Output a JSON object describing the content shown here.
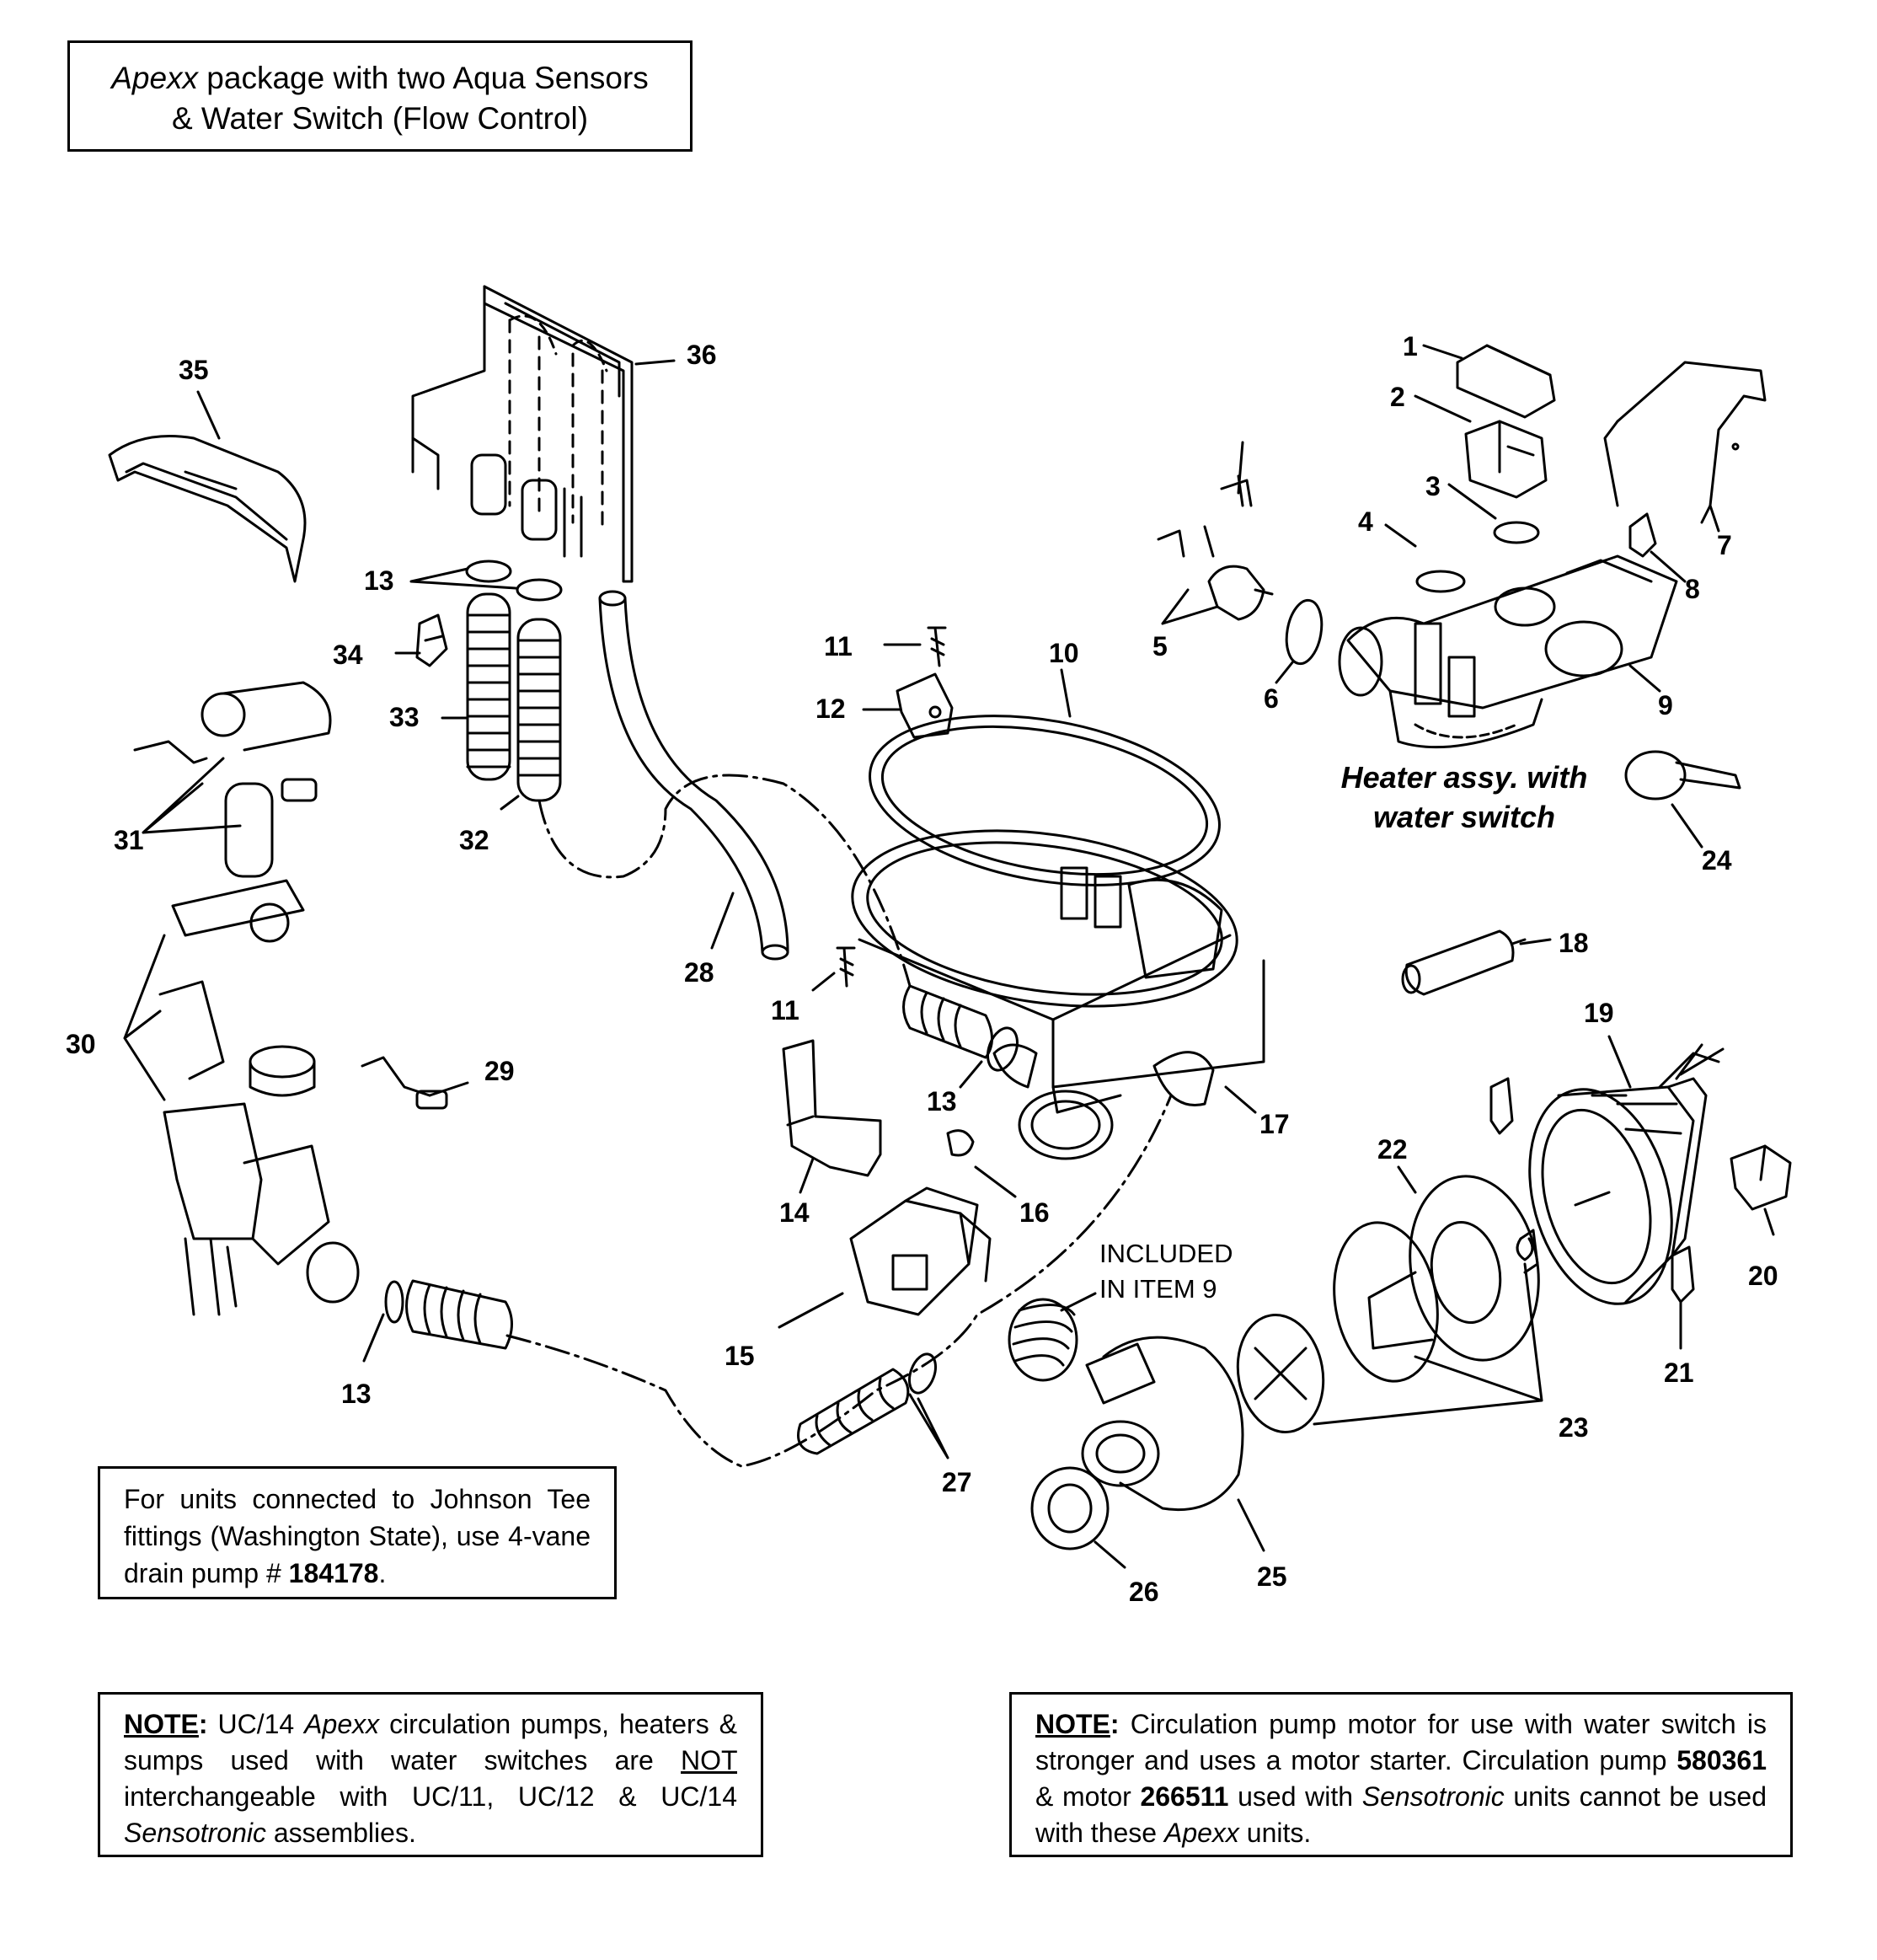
{
  "title_box": {
    "line1_italic": "Apexx",
    "line1_rest": " package with two Aqua Sensors",
    "line2": "& Water Switch (Flow Control)"
  },
  "johnson_box": {
    "text_before": "For units connected to Johnson Tee fittings (Washington State), use 4-vane drain pump # ",
    "part_number": "184178",
    "text_after": "."
  },
  "note_left": {
    "label": "NOTE",
    "colon": ":",
    "t1": "  UC/14 ",
    "apexx": "Apexx",
    "t2": " circulation pumps, heaters & sumps used with water switches are ",
    "not": "NOT",
    "t3": " interchangeable with UC/11, UC/12 & UC/14 ",
    "sensotronic": "Sensotronic",
    "t4": " assemblies."
  },
  "note_right": {
    "label": "NOTE",
    "colon": ":",
    "t1": "  Circulation pump motor for use with water switch is stronger and uses a motor starter.  Circulation pump ",
    "pump": "580361",
    "t2": " & motor ",
    "motor": "266511",
    "t3": " used with ",
    "sensotronic": "Sensotronic",
    "t4": " units cannot be used with these ",
    "apexx": "Apexx",
    "t5": " units."
  },
  "heater_label": {
    "line1": "Heater assy. with",
    "line2": "water switch"
  },
  "included_label": {
    "line1": "INCLUDED",
    "line2": "IN ITEM 9"
  },
  "callouts": {
    "c1": "1",
    "c2": "2",
    "c3": "3",
    "c4": "4",
    "c5": "5",
    "c6": "6",
    "c7": "7",
    "c8": "8",
    "c9": "9",
    "c10": "10",
    "c11a": "11",
    "c11b": "11",
    "c12": "12",
    "c13a": "13",
    "c13b": "13",
    "c13c": "13",
    "c14": "14",
    "c15": "15",
    "c16": "16",
    "c17": "17",
    "c18": "18",
    "c19": "19",
    "c20": "20",
    "c21": "21",
    "c22": "22",
    "c23": "23",
    "c24": "24",
    "c25": "25",
    "c26": "26",
    "c27": "27",
    "c28": "28",
    "c29": "29",
    "c30": "30",
    "c31": "31",
    "c32": "32",
    "c33": "33",
    "c34": "34",
    "c35": "35",
    "c36": "36"
  }
}
